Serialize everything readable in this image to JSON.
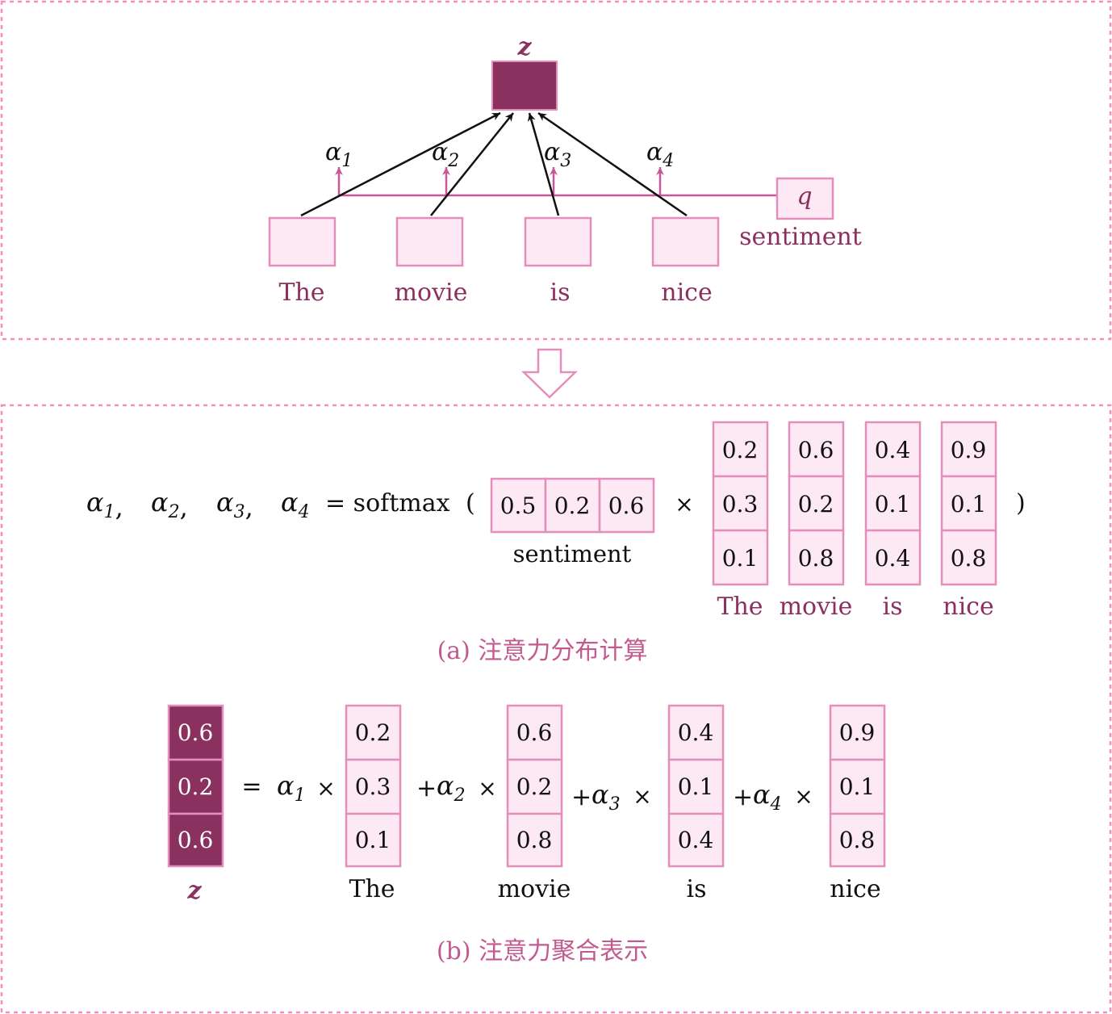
{
  "top_diagram": {
    "output_label": "z",
    "alpha_labels": [
      {
        "symbol": "α",
        "sub": "1"
      },
      {
        "symbol": "α",
        "sub": "2"
      },
      {
        "symbol": "α",
        "sub": "3"
      },
      {
        "symbol": "α",
        "sub": "4"
      }
    ],
    "query_label": "q",
    "query_name": "sentiment",
    "words": [
      "The",
      "movie",
      "is",
      "nice"
    ]
  },
  "formula_a": {
    "alphas": [
      {
        "symbol": "α",
        "sub": "1",
        "comma": ","
      },
      {
        "symbol": "α",
        "sub": "2",
        "comma": ","
      },
      {
        "symbol": "α",
        "sub": "3",
        "comma": ","
      },
      {
        "symbol": "α",
        "sub": "4",
        "comma": ""
      }
    ],
    "equals_softmax": "= softmax",
    "open_paren": "(",
    "close_paren": ")",
    "times": "×",
    "query_vector": [
      "0.5",
      "0.2",
      "0.6"
    ],
    "query_name": "sentiment",
    "key_vectors": [
      {
        "word": "The",
        "values": [
          "0.2",
          "0.3",
          "0.1"
        ]
      },
      {
        "word": "movie",
        "values": [
          "0.6",
          "0.2",
          "0.8"
        ]
      },
      {
        "word": "is",
        "values": [
          "0.4",
          "0.1",
          "0.4"
        ]
      },
      {
        "word": "nice",
        "values": [
          "0.9",
          "0.1",
          "0.8"
        ]
      }
    ],
    "caption": "(a) 注意力分布计算"
  },
  "formula_b": {
    "z_vector": [
      "0.6",
      "0.2",
      "0.6"
    ],
    "z_label": "z",
    "equals": "=",
    "plus": "+",
    "times": "×",
    "terms": [
      {
        "symbol": "α",
        "sub": "1",
        "word": "The",
        "values": [
          "0.2",
          "0.3",
          "0.1"
        ]
      },
      {
        "symbol": "α",
        "sub": "2",
        "word": "movie",
        "values": [
          "0.6",
          "0.2",
          "0.8"
        ]
      },
      {
        "symbol": "α",
        "sub": "3",
        "word": "is",
        "values": [
          "0.4",
          "0.1",
          "0.4"
        ]
      },
      {
        "symbol": "α",
        "sub": "4",
        "word": "nice",
        "values": [
          "0.9",
          "0.1",
          "0.8"
        ]
      }
    ],
    "caption": "(b) 注意力聚合表示"
  },
  "colors": {
    "dark_box": "#8a3160",
    "light_box_fill": "#fde9f3",
    "box_border": "#e48fbb",
    "dash_border": "#f28fbd",
    "query_line": "#c8579a",
    "word_text": "#8c2f5f",
    "caption_text": "#c05a8f"
  }
}
